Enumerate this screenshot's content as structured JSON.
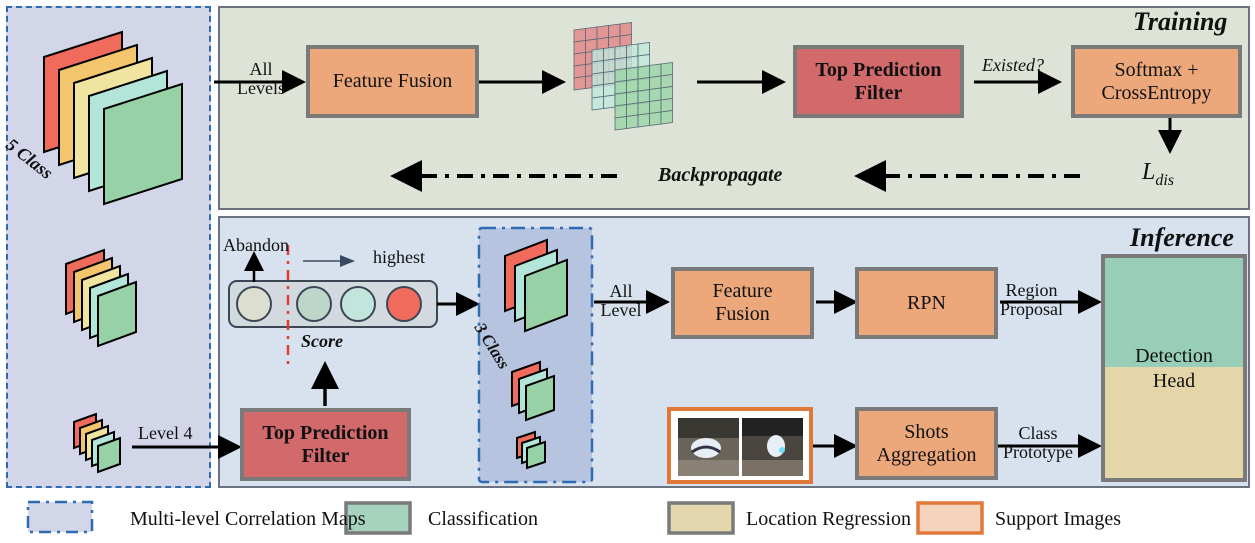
{
  "left_panel": {
    "label_5class": "5 Class"
  },
  "training": {
    "title": "Training",
    "input_label": "All\nLevels",
    "feature_fusion": "Feature Fusion",
    "top_filter_line1": "Top Prediction",
    "top_filter_line2": "Filter",
    "existed_label": "Existed?",
    "softmax_line1": "Softmax +",
    "softmax_line2": "CrossEntropy",
    "loss_main": "L",
    "loss_sub": "dis",
    "backprop_label": "Backpropagate"
  },
  "inference": {
    "title": "Inference",
    "abandon_label": "Abandon",
    "highest_label": "highest",
    "score_label": "Score",
    "score_colors": [
      "#dcdfd0",
      "#bcd7c9",
      "#c2e6dc",
      "#f06b5c"
    ],
    "level4_label": "Level 4",
    "top_filter_line1": "Top Prediction",
    "top_filter_line2": "Filter",
    "label_3class": "3 Class",
    "all_level_line1": "All",
    "all_level_line2": "Level",
    "feature_fusion_line1": "Feature",
    "feature_fusion_line2": "Fusion",
    "rpn": "RPN",
    "region_line1": "Region",
    "region_line2": "Proposal",
    "shots_line1": "Shots",
    "shots_line2": "Aggregation",
    "class_line1": "Class",
    "class_line2": "Prototype",
    "detection_line1": "Detection",
    "detection_line2": "Head"
  },
  "legend": {
    "items": [
      {
        "label": "Multi-level Correlation Maps",
        "color": "#d2d6e8",
        "border": "#2e6bb0"
      },
      {
        "label": "Classification",
        "color": "#a6d2be",
        "border": "#7a7a7a"
      },
      {
        "label": "Location Regression",
        "color": "#e4d6ad",
        "border": "#7a7a7a"
      },
      {
        "label": "Support Images",
        "color": "#f5d4bd",
        "border": "#e0783a"
      }
    ]
  },
  "colors": {
    "map_layers": [
      "#f06b5c",
      "#f3c56d",
      "#f0e4a0",
      "#b3e6d8",
      "#97d2a7"
    ],
    "classification": "#98cdb8",
    "regression": "#e4d6a8"
  }
}
